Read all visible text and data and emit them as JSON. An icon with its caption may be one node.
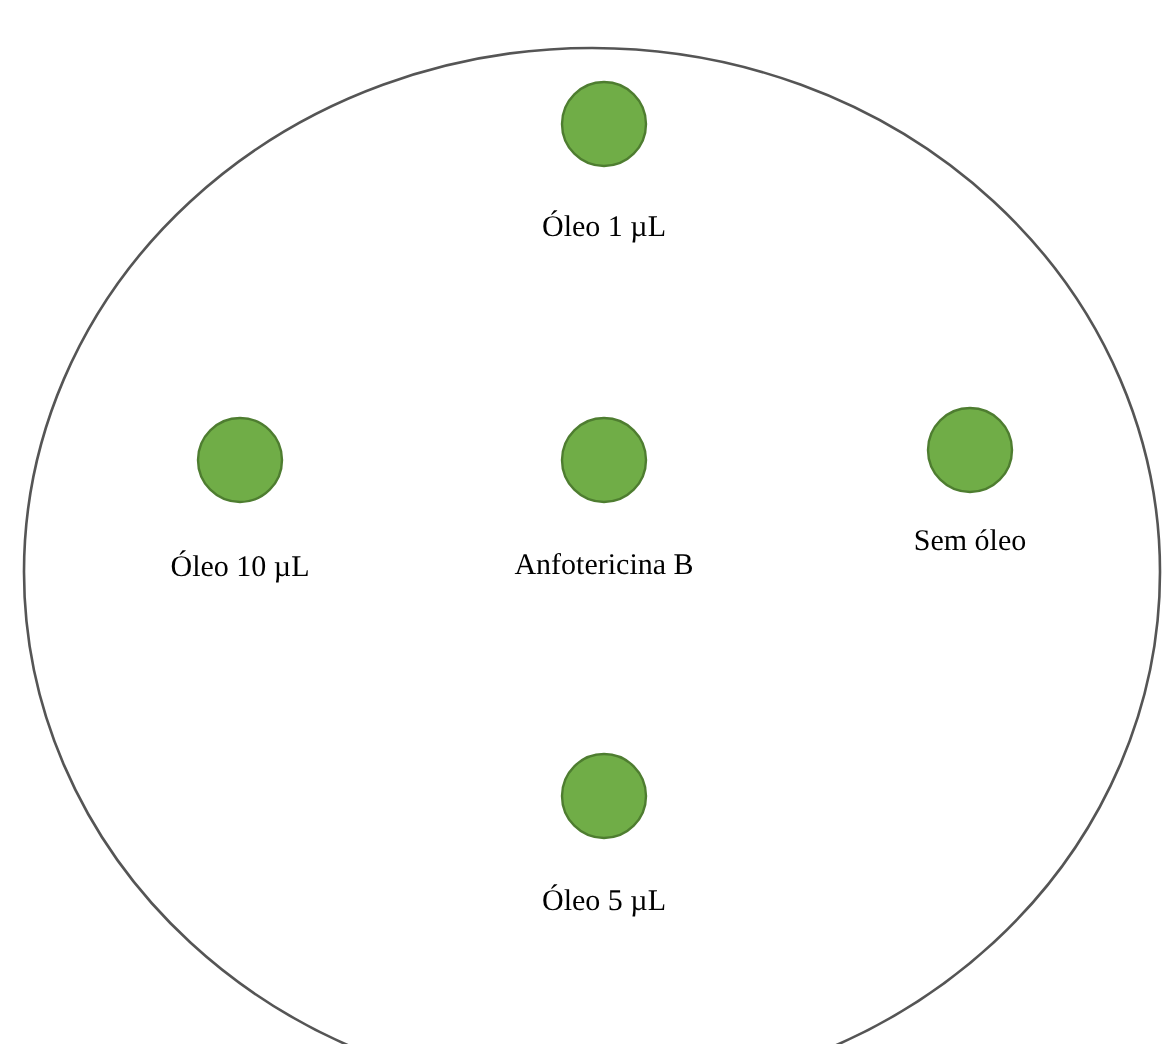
{
  "diagram": {
    "nodes": [
      {
        "text": [],
        "shape": "circle"
      },
      {
        "text": [
          "Óleo 1 µL"
        ],
        "in": 0
      },
      {
        "text": [
          "Óleo 10 µL"
        ],
        "in": 0
      },
      {
        "text": [
          "Anfotericina B"
        ],
        "in": 0
      },
      {
        "text": [
          "Sem óleo"
        ],
        "in": 0
      },
      {
        "text": [
          "Óleo 5 µL"
        ],
        "in": 0
      }
    ]
  }
}
